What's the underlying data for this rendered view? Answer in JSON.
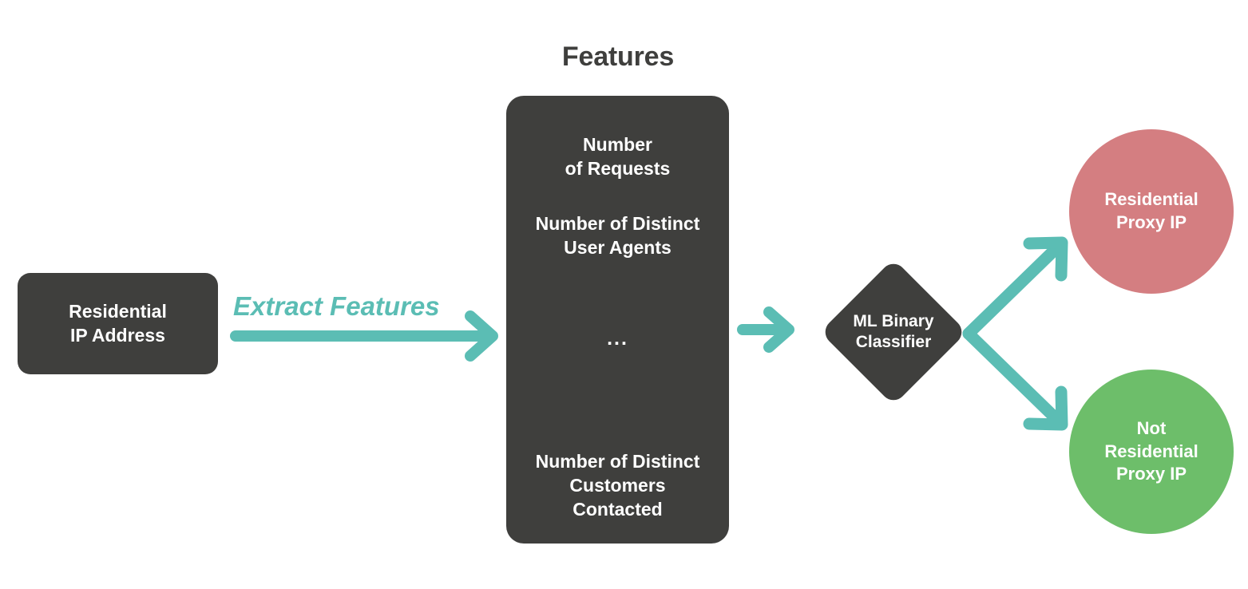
{
  "diagram": {
    "title": "Features",
    "title_color": "#3f3f3d",
    "background": "#ffffff",
    "accent_color": "#5bbdb4",
    "node_dark_color": "#3f3f3d",
    "positive_color": "#d47e81",
    "negative_color": "#6dbe6a"
  },
  "input_node": {
    "label": "Residential\nIP Address"
  },
  "edges": {
    "extract_label": "Extract Features",
    "extract_arrow_icon": "arrow-right-icon",
    "to_classifier_arrow_icon": "arrow-right-icon",
    "branch_arrow_icon": "branch-arrows-icon"
  },
  "features_node": {
    "heading": "Features",
    "items": [
      "Number\nof Requests",
      "Number of Distinct\nUser Agents",
      "...",
      "Number of Distinct\nCustomers\nContacted"
    ]
  },
  "classifier_node": {
    "label": "ML Binary\nClassifier"
  },
  "outcomes": [
    {
      "label": "Residential\nProxy IP",
      "color": "#d47e81"
    },
    {
      "label": "Not\nResidential\nProxy IP",
      "color": "#6dbe6a"
    }
  ]
}
